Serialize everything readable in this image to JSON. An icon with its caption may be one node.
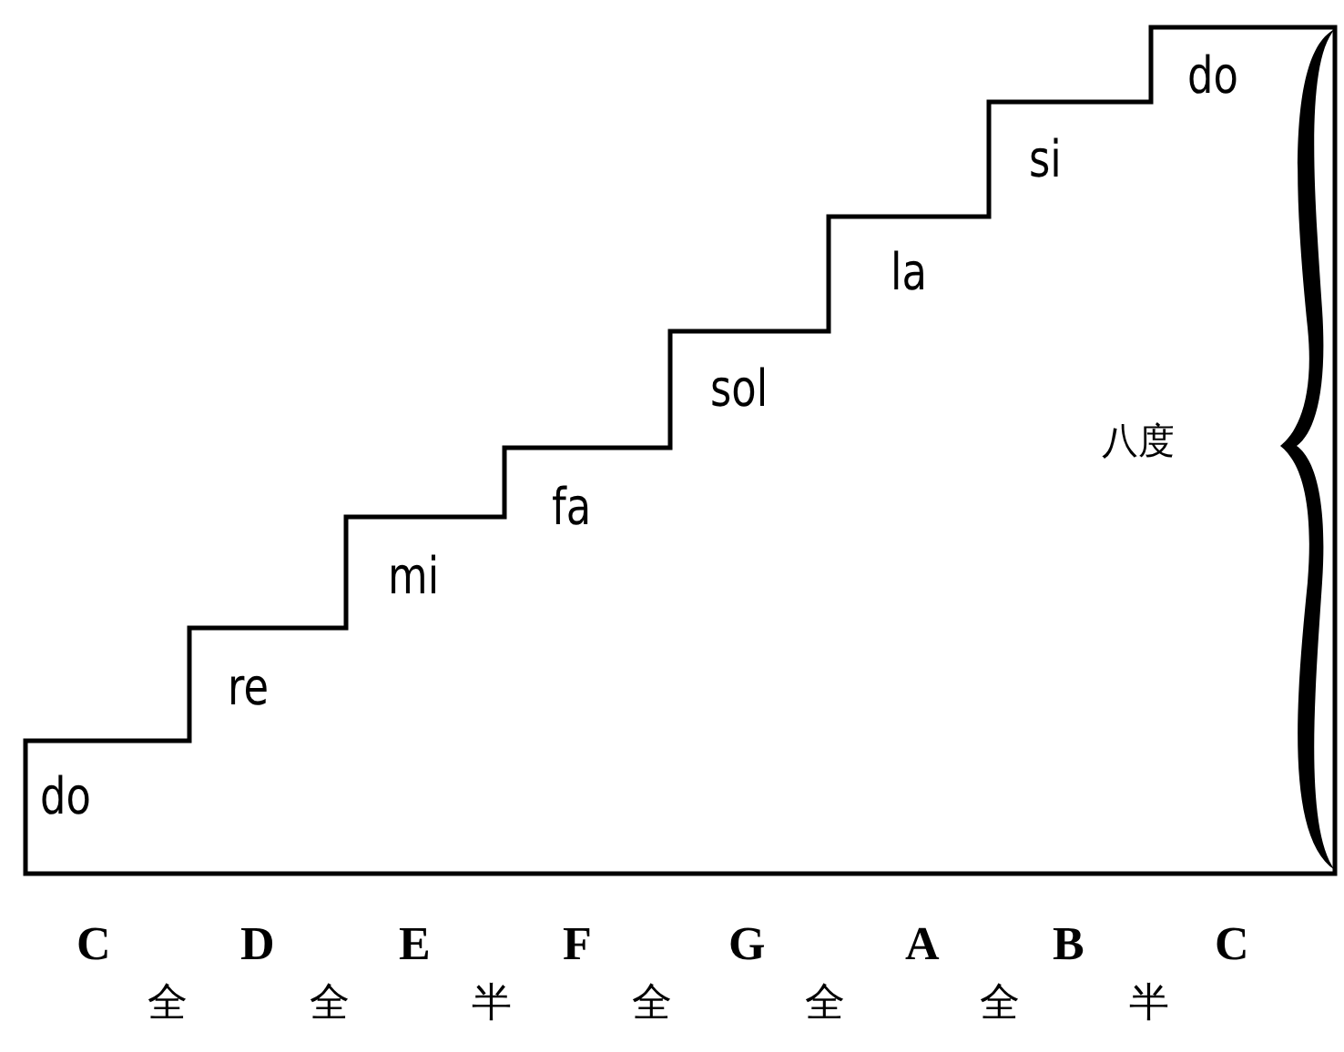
{
  "diagram": {
    "labels": [
      "do",
      "re",
      "mi",
      "fa",
      "sol",
      "la",
      "si",
      "do",
      "八度",
      "C",
      "D",
      "E",
      "F",
      "G",
      "A",
      "B",
      "C",
      "全",
      "全",
      "半",
      "全",
      "全",
      "全",
      "半"
    ]
  }
}
